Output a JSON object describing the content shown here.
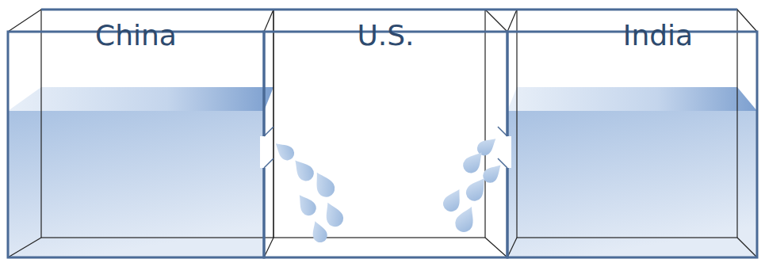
{
  "diagram": {
    "nodes": [
      {
        "text": [
          "China"
        ]
      },
      {
        "text": [
          "U.S."
        ]
      },
      {
        "text": [
          "India"
        ]
      }
    ]
  }
}
